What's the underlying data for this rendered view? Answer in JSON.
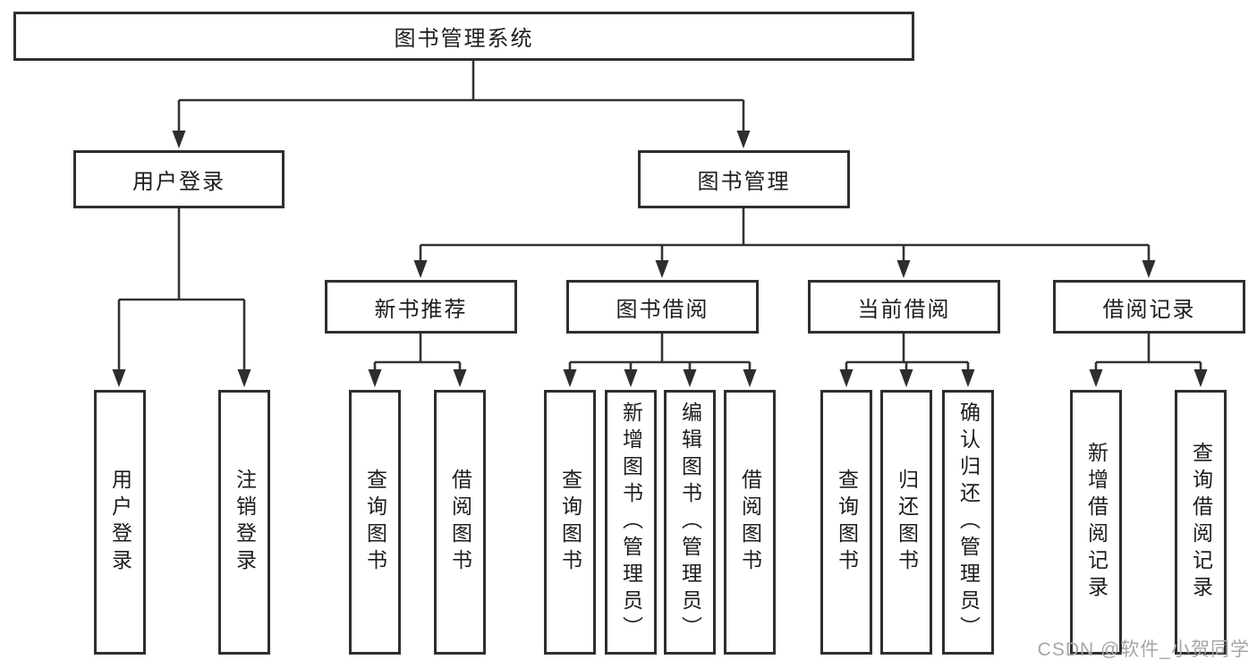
{
  "colors": {
    "background": "#ffffff",
    "line": "#323232",
    "box_border": "#2e2e2e",
    "text": "#1d1d1d",
    "watermark": "#a6a6a6"
  },
  "tree": {
    "label": "图书管理系统",
    "children": [
      {
        "label": "用户登录",
        "children": [
          {
            "label": "用户登录"
          },
          {
            "label": "注销登录"
          }
        ]
      },
      {
        "label": "图书管理",
        "children": [
          {
            "label": "新书推荐",
            "children": [
              {
                "label": "查询图书"
              },
              {
                "label": "借阅图书"
              }
            ]
          },
          {
            "label": "图书借阅",
            "children": [
              {
                "label": "查询图书"
              },
              {
                "label": "新增图书（管理员）"
              },
              {
                "label": "编辑图书（管理员）"
              },
              {
                "label": "借阅图书"
              }
            ]
          },
          {
            "label": "当前借阅",
            "children": [
              {
                "label": "查询图书"
              },
              {
                "label": "归还图书"
              },
              {
                "label": "确认归还（管理员）"
              }
            ]
          },
          {
            "label": "借阅记录",
            "children": [
              {
                "label": "新增借阅记录"
              },
              {
                "label": "查询借阅记录"
              }
            ]
          }
        ]
      }
    ]
  },
  "watermark": "CSDN @软件_小贺同学"
}
